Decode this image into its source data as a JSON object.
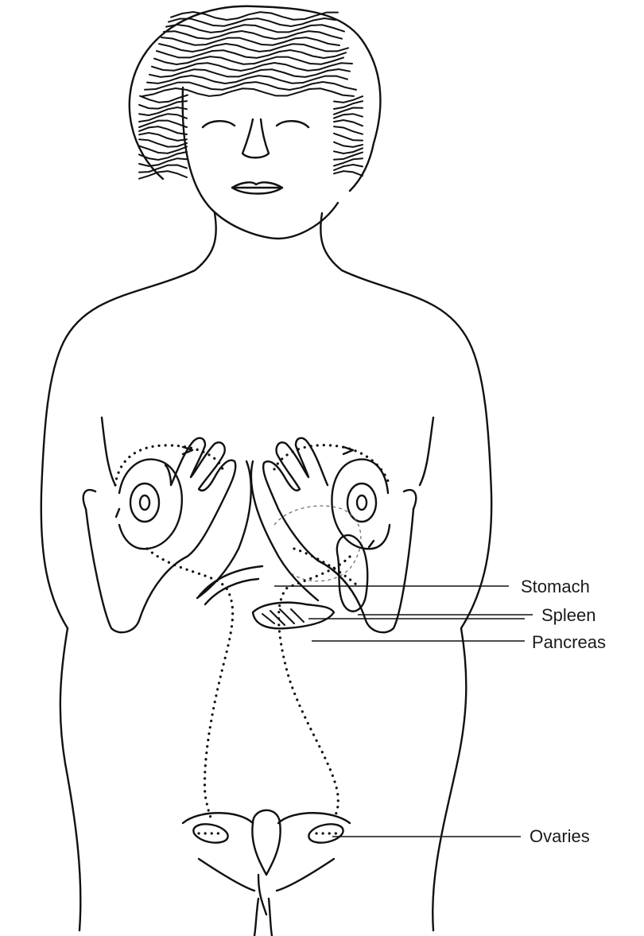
{
  "labels": {
    "stomach": "Stomach",
    "spleen": "Spleen",
    "pancreas": "Pancreas",
    "ovaries": "Ovaries"
  }
}
